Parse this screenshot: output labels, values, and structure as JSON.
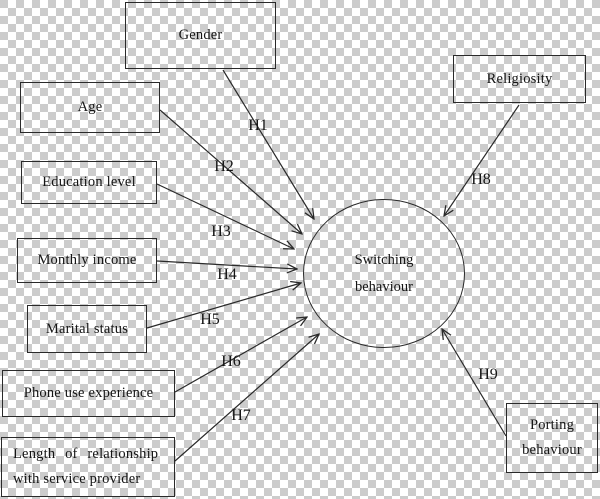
{
  "figure": {
    "colors": {
      "line": "#2a2a2a",
      "text": "#151515",
      "checker_gray": "#cccccc",
      "checker_white": "#ffffff"
    },
    "center_node": {
      "shape": "ellipse",
      "line1": "Switching",
      "line2": "behaviour"
    },
    "predictors": [
      {
        "label": "Gender",
        "hypothesis": "H1"
      },
      {
        "label": "Age",
        "hypothesis": "H2"
      },
      {
        "label": "Education level",
        "hypothesis": "H3"
      },
      {
        "label": "Monthly income",
        "hypothesis": "H4"
      },
      {
        "label": "Marital status",
        "hypothesis": "H5"
      },
      {
        "label": "Phone use experience",
        "hypothesis": "H6"
      },
      {
        "label_line1": "Length of relationship",
        "label_line2": "with service provider",
        "hypothesis": "H7"
      },
      {
        "label": "Religiosity",
        "hypothesis": "H8"
      },
      {
        "label_line1": "Porting",
        "label_line2": "behaviour",
        "hypothesis": "H9"
      }
    ]
  }
}
